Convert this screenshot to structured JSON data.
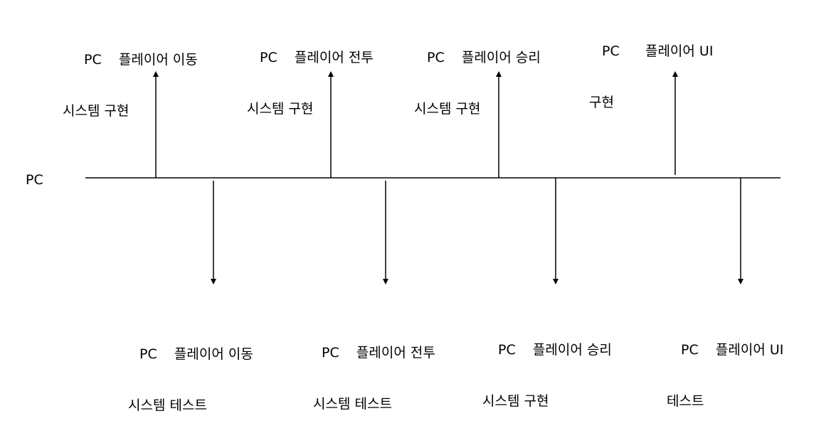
{
  "timeline": {
    "axis_label": "PC",
    "above": [
      {
        "line1": "PC    플레이어 이동",
        "line2": "시스템 구현"
      },
      {
        "line1": "PC    플레이어 전투",
        "line2": "시스템 구현"
      },
      {
        "line1": "PC    플레이어 승리",
        "line2": "시스템 구현"
      },
      {
        "line1": "PC      플레이어 UI",
        "line2": "구현"
      }
    ],
    "below": [
      {
        "line1": "PC    플레이어 이동",
        "line2": "시스템 테스트"
      },
      {
        "line1": "PC    플레이어 전투",
        "line2": "시스템 테스트"
      },
      {
        "line1": "PC    플레이어 승리",
        "line2": "시스템 구현"
      },
      {
        "line1": "PC    플레이어 UI",
        "line2": "테스트"
      }
    ]
  }
}
